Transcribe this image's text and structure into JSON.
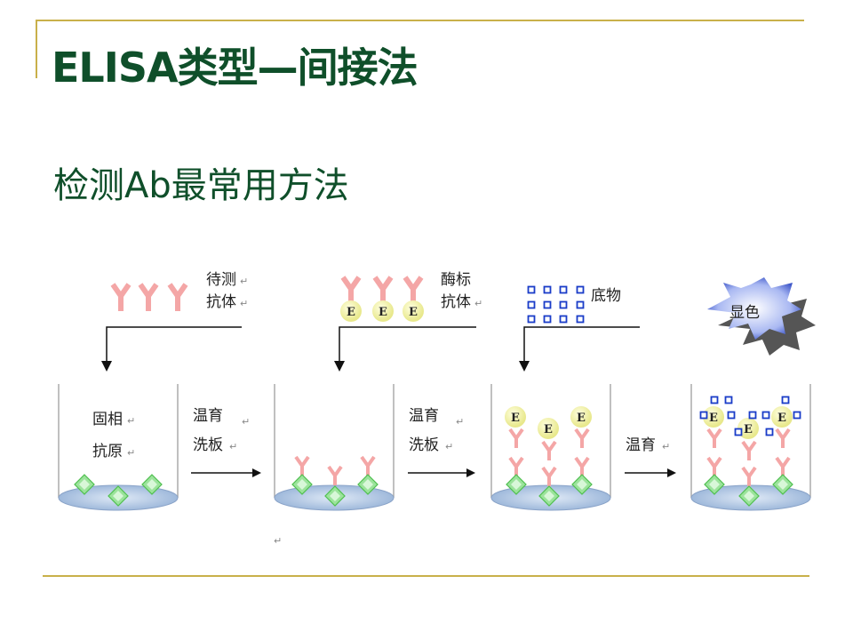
{
  "slide": {
    "title": "ELISA类型—间接法",
    "subtitle": "检测Ab最常用方法"
  },
  "diagram": {
    "step1_label_line1": "待测",
    "step1_label_line2": "抗体",
    "step2_label_line1": "酶标",
    "step2_label_line2": "抗体",
    "step3_label": "底物",
    "step4_label": "显色",
    "well1_label_line1": "固相",
    "well1_label_line2": "抗原",
    "arrow1_label_line1": "温育",
    "arrow1_label_line2": "洗板",
    "arrow2_label_line1": "温育",
    "arrow2_label_line2": "洗板",
    "arrow3_label": "温育",
    "enzyme_letter": "E",
    "return_mark": "↵",
    "colors": {
      "antibody": "#f4a6a6",
      "antigen": "#9be39b",
      "enzyme": "#f5f5a8",
      "substrate": "#1a3cc8",
      "plate": "#b9cde6",
      "accent": "#c9b04a",
      "title": "#0f4f2a"
    }
  }
}
